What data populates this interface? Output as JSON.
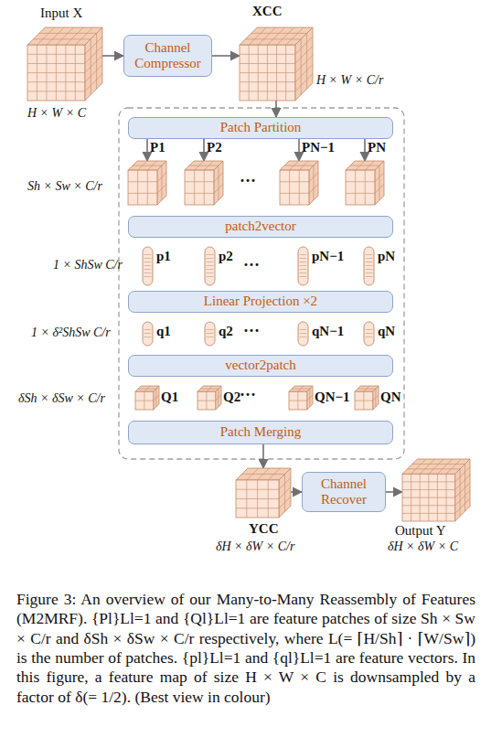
{
  "diagram": {
    "caption": "Figure 3: An overview of our Many-to-Many Reassembly of Features (M2MRF). {Pl}Ll=1 and {Ql}Ll=1 are feature patches of size Sh × Sw × C/r and δSh × δSw × C/r respectively, where L(= ⌈H/Sh⌉ · ⌈W/Sw⌉) is the number of patches. {pl}Ll=1 and {ql}Ll=1 are feature vectors. In this figure, a feature map of size H × W × C is downsampled by a factor of δ(= 1/2). (Best view in colour)",
    "nodes": [
      {
        "text": [
          "Input X"
        ]
      },
      {
        "text": [
          "Channel Compressor"
        ]
      },
      {
        "text": [
          "XCC"
        ]
      },
      {
        "text": [
          "Patch Partition"
        ]
      },
      {
        "text": [
          "P1"
        ]
      },
      {
        "text": [
          "P2"
        ]
      },
      {
        "text": [
          "PN−1"
        ]
      },
      {
        "text": [
          "PN"
        ]
      },
      {
        "text": [
          "patch2vector"
        ]
      },
      {
        "text": [
          "p1"
        ]
      },
      {
        "text": [
          "p2"
        ]
      },
      {
        "text": [
          "pN−1"
        ]
      },
      {
        "text": [
          "pN"
        ]
      },
      {
        "text": [
          "Linear Projection ×2"
        ]
      },
      {
        "text": [
          "q1"
        ]
      },
      {
        "text": [
          "q2"
        ]
      },
      {
        "text": [
          "qN−1"
        ]
      },
      {
        "text": [
          "qN"
        ]
      },
      {
        "text": [
          "vector2patch"
        ]
      },
      {
        "text": [
          "Q1"
        ]
      },
      {
        "text": [
          "Q2"
        ]
      },
      {
        "text": [
          "QN−1"
        ]
      },
      {
        "text": [
          "QN"
        ]
      },
      {
        "text": [
          "Patch Merging"
        ]
      },
      {
        "text": [
          "YCC"
        ]
      },
      {
        "text": [
          "Channel Recover"
        ]
      },
      {
        "text": [
          "Output Y"
        ]
      }
    ],
    "edges": [
      {
        "from": 0,
        "to": 1,
        "arrow": "to"
      },
      {
        "from": 1,
        "to": 2,
        "arrow": "to"
      },
      {
        "from": 2,
        "to": 3,
        "arrow": "to"
      },
      {
        "from": 3,
        "to": 4,
        "arrow": "to"
      },
      {
        "from": 3,
        "to": 5,
        "arrow": "to"
      },
      {
        "from": 3,
        "to": 6,
        "arrow": "to"
      },
      {
        "from": 3,
        "to": 7,
        "arrow": "to"
      },
      {
        "from": 23,
        "to": 24,
        "arrow": "to"
      },
      {
        "from": 24,
        "to": 25,
        "arrow": "to"
      },
      {
        "from": 25,
        "to": 26,
        "arrow": "to"
      }
    ],
    "labels": [
      "H × W × C",
      "H × W × C/r",
      "Sh × Sw × C/r",
      "···",
      "1 × ShSw C/r",
      "···",
      "1 × δ²ShSw C/r",
      "···",
      "δSh × δSw × C/r",
      "···",
      "δH × δW × C/r",
      "δH × δW × C"
    ]
  }
}
